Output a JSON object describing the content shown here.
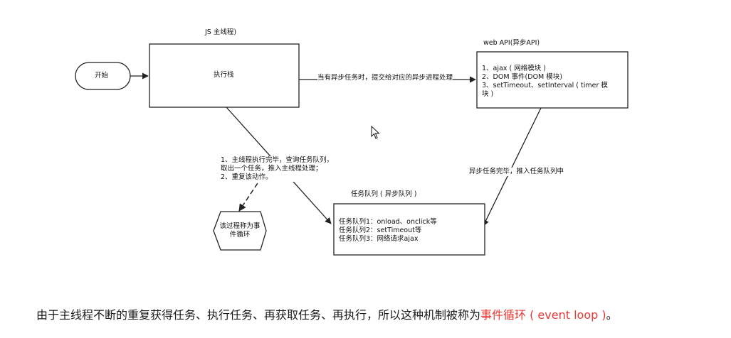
{
  "diagram": {
    "main_thread_title": "JS 主线程)",
    "start_label": "开始",
    "exec_stack_label": "执行栈",
    "async_edge_label": "当有异步任务时，提交给对应的异步进程处理",
    "web_api_title": "web API(异步API)",
    "web_api_items": [
      "1、ajax ( 网络模块 )",
      "2、DOM 事件(DOM 模块)",
      "3、setTimeout、setInterval ( timer 模",
      "块 )"
    ],
    "complete_edge_label": "异步任务完毕，推入任务队列中",
    "main_loop_note": [
      "1、主线程执行完毕，查询任务队列，",
      "取出一个任务，推入主线程处理；",
      "2、重复该动作。"
    ],
    "task_queue_title": "任务队列 ( 异步队列 )",
    "task_queue_items": [
      "任务队列1：onload、onclick等",
      "任务队列2：setTimeout等",
      "任务队列3：网络请求ajax"
    ],
    "event_loop_node": [
      "该过程称为事",
      "件循环"
    ]
  },
  "caption": {
    "prefix": "由于主线程不断的重复获得任务、执行任务、再获取任务、再执行，所以这种机制被称为",
    "highlight": "事件循环 ( event loop )",
    "suffix": "。"
  },
  "colors": {
    "highlight": "#e53935",
    "stroke": "#222222"
  }
}
